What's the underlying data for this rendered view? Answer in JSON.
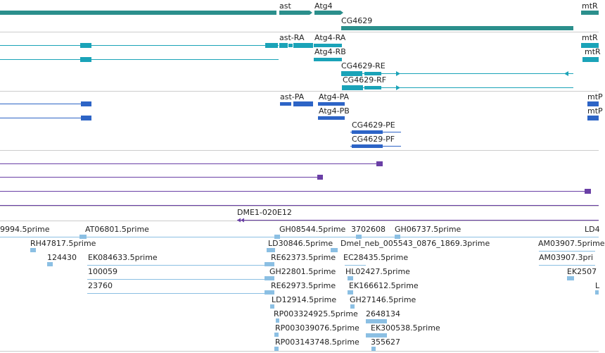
{
  "colors": {
    "gene": "#2b8f8c",
    "transcript_rna": "#1aa3b8",
    "protein": "#2d64c6",
    "purple": "#6a3fa6",
    "est": "#8bbfe3",
    "divider": "#cccccc"
  },
  "tracks": {
    "genes": {
      "labels": [
        "ast",
        "Atg4",
        "CG4629",
        "mtR"
      ]
    },
    "transcripts": {
      "labels": [
        "ast-RA",
        "Atg4-RA",
        "Atg4-RB",
        "CG4629-RE",
        "CG4629-RF",
        "mtR",
        "mtR"
      ]
    },
    "proteins": {
      "labels": [
        "ast-PA",
        "Atg4-PA",
        "Atg4-PB",
        "CG4629-PE",
        "CG4629-PF",
        "mtP",
        "mtP"
      ]
    },
    "clones": {
      "labels": [
        "DME1-020E12"
      ]
    },
    "ests": {
      "labels": [
        "9994.5prime",
        "AT06801.5prime",
        "GH08544.5prime",
        "3702608",
        "GH06737.5prime",
        "LD4",
        "RH47817.5prime",
        "LD30846.5prime",
        "Dmel_neb_005543_0876_1869.3prime",
        "AM03907.5prime",
        "124430",
        "EK084633.5prime",
        "RE62373.5prime",
        "EC28435.5prime",
        "AM03907.3pri",
        "100059",
        "GH22801.5prime",
        "HL02427.5prime",
        "EK2507",
        "23760",
        "RE62973.5prime",
        "EK166612.5prime",
        "L",
        "LD12914.5prime",
        "GH27146.5prime",
        "RP003324925.5prime",
        "2648134",
        "RP003039076.5prime",
        "EK300538.5prime",
        "RP003143748.5prime",
        "355627"
      ]
    }
  }
}
